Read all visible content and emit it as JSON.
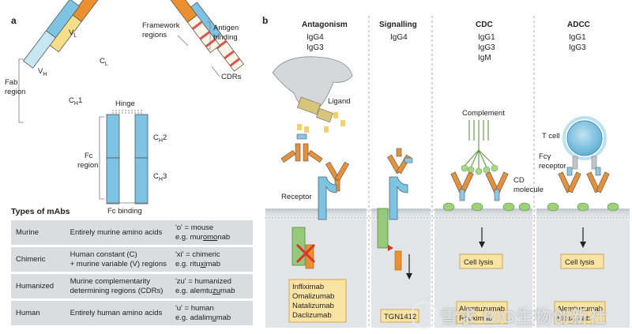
{
  "panel_a": {
    "letter": "a",
    "labels": {
      "vl": "V",
      "vl_sub": "L",
      "cl": "C",
      "cl_sub": "L",
      "vh": "V",
      "vh_sub": "H",
      "ch1": "C",
      "ch1_sub": "H",
      "ch1_num": "1",
      "fab_1": "Fab",
      "fab_2": "region",
      "hinge": "Hinge",
      "fc_1": "Fc",
      "fc_2": "region",
      "ch2": "C",
      "ch2_sub": "H",
      "ch2_num": "2",
      "ch3": "C",
      "ch3_sub": "H",
      "ch3_num": "3",
      "fc_binding": "Fc binding",
      "framework_1": "Framework",
      "framework_2": "regions",
      "antigen_1": "Antigen",
      "antigen_2": "binding",
      "cdrs": "CDRs"
    },
    "table": {
      "title": "Types of mAbs",
      "rows": [
        {
          "type": "Murine",
          "desc_1": "Entirely murine amino acids",
          "desc_2": "",
          "suffix": "'o' = mouse",
          "example_pre": "e.g. mur",
          "example_em": "omo",
          "example_post": "nab"
        },
        {
          "type": "Chimeric",
          "desc_1": "Human constant (C)",
          "desc_2": "+ murine variable (V) regions",
          "suffix": "'xi' = chimeric",
          "example_pre": "e.g. ritu",
          "example_em": "xi",
          "example_post": "mab"
        },
        {
          "type": "Humanized",
          "desc_1": "Murine complementarity",
          "desc_2": "determining regions (CDRs)",
          "suffix": "'zu' = humanized",
          "example_pre": "e.g. alemtu",
          "example_em": "zu",
          "example_post": "mab"
        },
        {
          "type": "Human",
          "desc_1": "Entirely human amino acids",
          "desc_2": "",
          "suffix": "'u' = human",
          "example_pre": "e.g. adalim",
          "example_em": "u",
          "example_post": "mab"
        }
      ]
    }
  },
  "panel_b": {
    "letter": "b",
    "columns": [
      {
        "title": "Antagonism",
        "isotypes": [
          "IgG4",
          "IgG3"
        ]
      },
      {
        "title": "Signalling",
        "isotypes": [
          "IgG4"
        ]
      },
      {
        "title": "CDC",
        "isotypes": [
          "IgG1",
          "IgG3",
          "IgM"
        ]
      },
      {
        "title": "ADCC",
        "isotypes": [
          "IgG1",
          "IgG3"
        ]
      }
    ],
    "labels": {
      "ligand": "Ligand",
      "receptor": "Receptor",
      "complement": "Complement",
      "cd_molecule_1": "CD",
      "cd_molecule_2": "molecule",
      "t_cell": "T cell",
      "fcg_1": "Fcγ",
      "fcg_2": "receptor",
      "cell_lysis_cdc": "Cell lysis",
      "cell_lysis_adcc": "Cell lysis"
    },
    "drugs": {
      "antagonism": [
        "Infliximab",
        "Omalizumab",
        "Natalizumab",
        "Daclizumab"
      ],
      "signalling": [
        "TGN1412"
      ],
      "cdc": [
        "Alemtuzumab",
        "Rituximab"
      ],
      "adcc": [
        "Alemtuzumab",
        "Rituximab"
      ]
    }
  },
  "watermark": "雪求 BIG生物创新社"
}
